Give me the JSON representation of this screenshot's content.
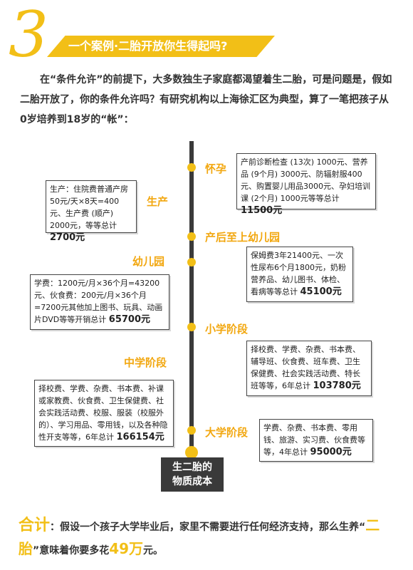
{
  "header": {
    "section_number": "3",
    "banner_title": "一个案例·二胎开放你生得起吗?"
  },
  "intro": {
    "text": "在“条件允许”的前提下，大多数独生子家庭都渴望着生二胎，可是问题是，假如二胎开放了，你的条件允许吗？有研究机构以上海徐汇区为典型，算了一笔把孩子从0岁培养到18岁的“帐”："
  },
  "timeline": {
    "stages": [
      {
        "name": "怀孕",
        "detail": "产前诊断检查 (13次) 1000元、营养品 (9个月) 3000元、防辐射服400元、购置婴儿用品3000元、孕妇培训课 (2个月) 1000元等等总计",
        "total": "11500元"
      },
      {
        "name": "生产",
        "detail": "生产：住院费普通产房50元/天×8天=400元、生产费 (顺产) 2000元，等等总计",
        "total": "2700元"
      },
      {
        "name": "产后至上幼儿园",
        "detail": "保姆费3年21400元、一次性尿布6个月1800元，奶粉营养品、幼儿图书、体检、看病等等总计",
        "total": "45100元"
      },
      {
        "name": "幼儿园",
        "detail": "学费：1200元/月×36个月=43200元、伙食费：200元/月×36个月=7200元其他加上图书、玩具、动画片DVD等等开销总计",
        "total": "65700元"
      },
      {
        "name": "小学阶段",
        "detail": "择校费、学费、杂费、书本费、辅导班、伙食费、班车费、卫生保健费、社会实践活动费、特长班等等，6年总计",
        "total": "103780元"
      },
      {
        "name": "中学阶段",
        "detail": "择校费、学费、杂费、书本费、补课或家教费、伙食费、卫生保健费、社会实践活动费、校服、服装（校服外的）、学习用品、零用钱，以及各种隐性开支等等，6年总计",
        "total": "166154元"
      },
      {
        "name": "大学阶段",
        "detail": "学费、杂费、书本费、零用钱、旅游、实习费、伙食费等等，4年总计",
        "total": "95000元"
      }
    ],
    "end_label_line1": "生二胎的",
    "end_label_line2": "物质成本"
  },
  "summary": {
    "lead": "合计",
    "part1": "：假设一个孩子大学毕业后，家里不需要进行任何经济支持，那么生养“",
    "highlight": "二胎",
    "part2": "”意味着你要多花",
    "amount": "49万",
    "part3": "元。"
  },
  "colors": {
    "accent": "#f2bf17",
    "stage_label": "#f2a70f",
    "timeline": "#3a3a3a"
  }
}
